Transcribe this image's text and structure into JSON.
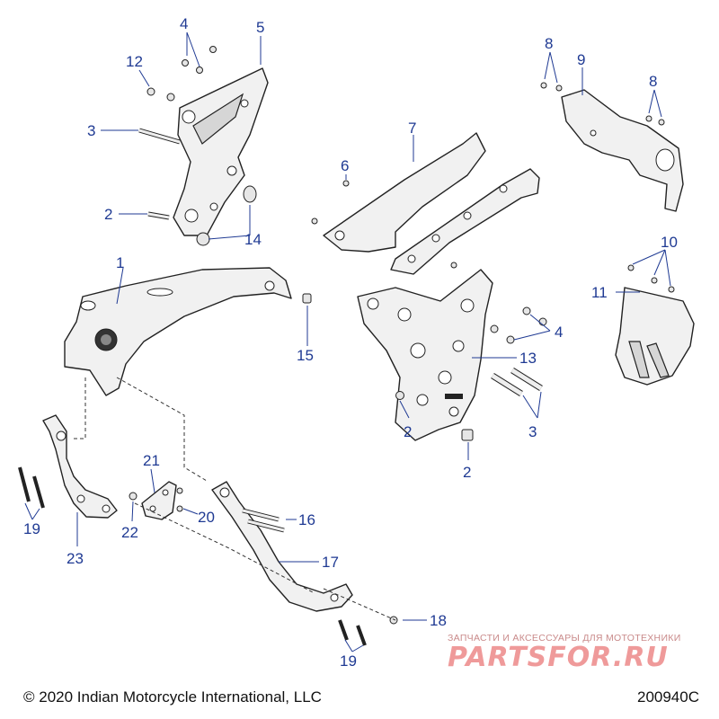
{
  "callouts": {
    "c1": "1",
    "c2a": "2",
    "c2b": "2",
    "c2c": "2",
    "c3a": "3",
    "c3b": "3",
    "c4a": "4",
    "c4b": "4",
    "c5": "5",
    "c6": "6",
    "c7": "7",
    "c8a": "8",
    "c8b": "8",
    "c9": "9",
    "c10": "10",
    "c11": "11",
    "c12": "12",
    "c13": "13",
    "c14": "14",
    "c15": "15",
    "c16": "16",
    "c17": "17",
    "c18": "18",
    "c19a": "19",
    "c19b": "19",
    "c20": "20",
    "c21": "21",
    "c22": "22",
    "c23": "23"
  },
  "footer": {
    "copyright": "© 2020 Indian Motorcycle International, LLC",
    "diagram_id": "200940C"
  },
  "watermark": {
    "tagline": "ЗАПЧАСТИ И АКСЕССУАРЫ ДЛЯ МОТОТЕХНИКИ",
    "logo": "PARTSFOR.RU"
  }
}
